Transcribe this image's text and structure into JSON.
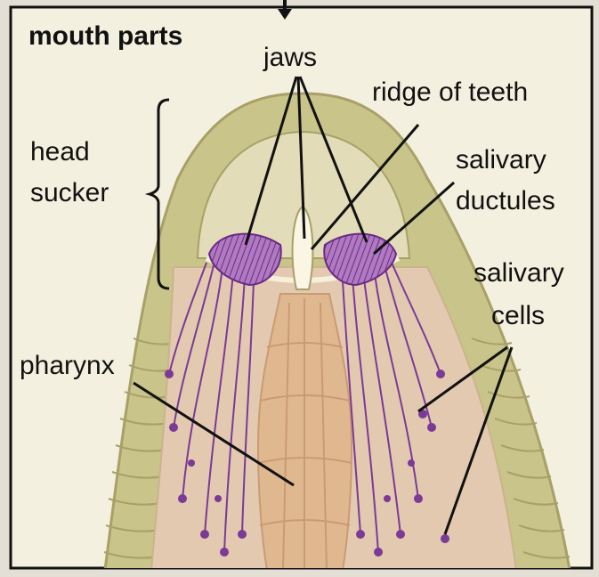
{
  "diagram": {
    "title": "mouth parts",
    "labels": {
      "jaws": "jaws",
      "ridge_of_teeth": "ridge of teeth",
      "head_sucker_line1": "head",
      "head_sucker_line2": "sucker",
      "salivary_ductules_line1": "salivary",
      "salivary_ductules_line2": "ductules",
      "salivary_cells_line1": "salivary",
      "salivary_cells_line2": "cells",
      "pharynx": "pharynx"
    }
  },
  "colors": {
    "background": "#e4dfd4",
    "frame": "#111111",
    "interior": "#f4f0df",
    "body_wall": "#c9c489",
    "body_wall_dark": "#a8a068",
    "body_inner": "#e2dcb8",
    "gland_region": "#e3c9b0",
    "pharynx": "#e0b890",
    "pharynx_stripe": "#c99b73",
    "salivary_purple": "#7a3a96",
    "jaw_fill": "#9a5aaa"
  }
}
